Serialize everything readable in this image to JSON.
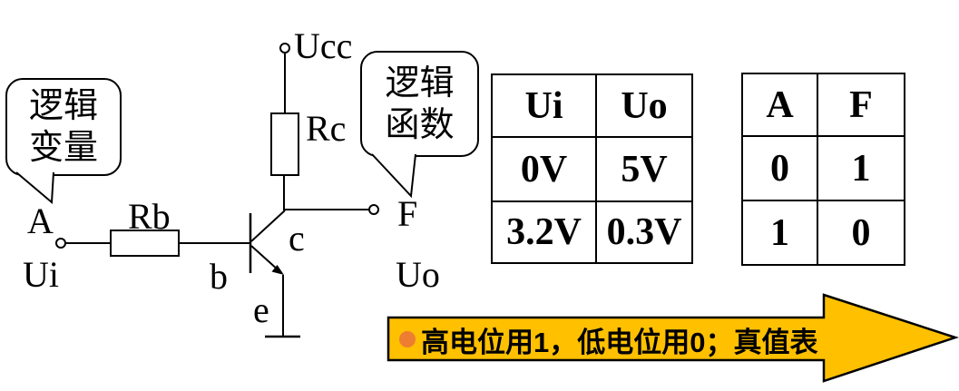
{
  "circuit": {
    "callout_input": {
      "lines": [
        "逻辑",
        "变量"
      ]
    },
    "callout_output": {
      "lines": [
        "逻辑",
        "函数"
      ]
    },
    "labels": {
      "supply": "Ucc",
      "collector_resistor": "Rc",
      "base_resistor": "Rb",
      "input_var": "A",
      "input_voltage": "Ui",
      "base": "b",
      "collector": "c",
      "emitter": "e",
      "output_var": "F",
      "output_voltage": "Uo"
    }
  },
  "voltage_table": {
    "headers": [
      "Ui",
      "Uo"
    ],
    "rows": [
      [
        "0V",
        "5V"
      ],
      [
        "3.2V",
        "0.3V"
      ]
    ]
  },
  "truth_table": {
    "headers": [
      "A",
      "F"
    ],
    "rows": [
      [
        "0",
        "1"
      ],
      [
        "1",
        "0"
      ]
    ]
  },
  "banner": {
    "text": "高电位用1，低电位用0；真值表",
    "fill": "#FFC000",
    "bullet_color": "#ED7D31",
    "border_color": "#000000"
  }
}
